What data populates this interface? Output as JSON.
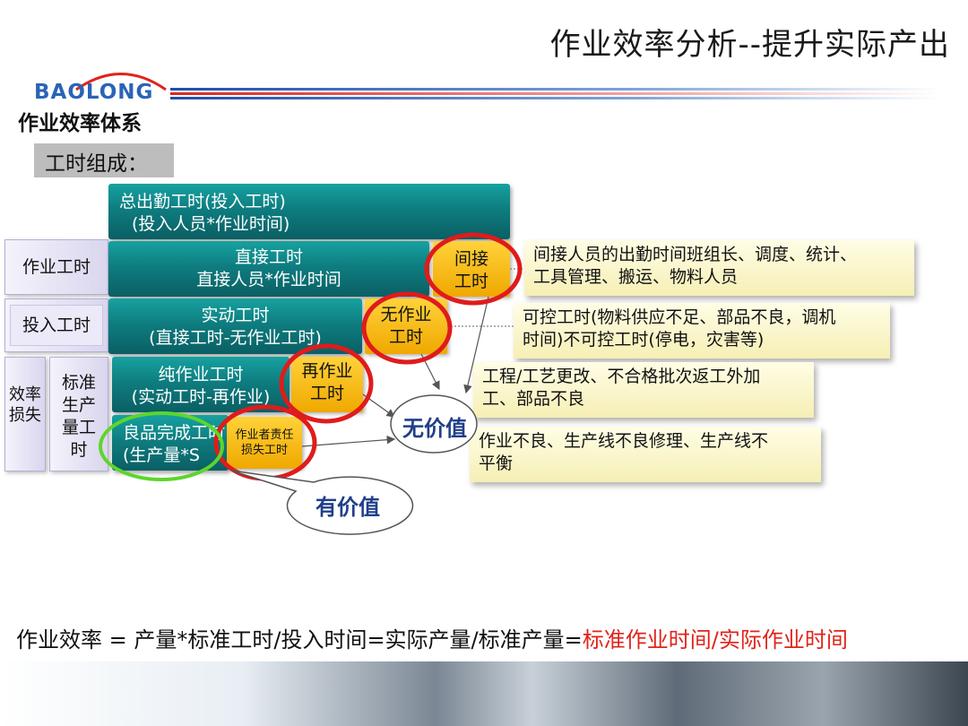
{
  "header": {
    "title": "作业效率分析--提升实际产出",
    "logo_text": "BAOLONG",
    "section_title": "作业效率体系",
    "subtitle": "工时组成："
  },
  "left_labels": {
    "work_hours": "作业工时",
    "input_hours": "投入工时",
    "efficiency_loss": "效率损失",
    "standard_output_hours": "标准生产量工时"
  },
  "blocks": {
    "total_attendance": [
      "总出勤工时(投入工时)",
      "(投入人员*作业时间)"
    ],
    "direct": [
      "直接工时",
      "直接人员*作业时间"
    ],
    "indirect": [
      "间接",
      "工时"
    ],
    "actual": [
      "实动工时",
      "(直接工时-无作业工时)"
    ],
    "no_work": [
      "无作业",
      "工时"
    ],
    "pure_work": [
      "纯作业工时",
      "(实动工时-再作业)"
    ],
    "rework": [
      "再作业",
      "工时"
    ],
    "good_product": [
      "良品完成工时",
      "(生产量*S"
    ],
    "operator_loss": [
      "作业者责任",
      "损失工时"
    ]
  },
  "notes": {
    "indirect": [
      "间接人员的出勤时间班组长、调度、统计、",
      "工具管理、搬运、物料人员"
    ],
    "no_work": [
      "可控工时(物料供应不足、部品不良，调机",
      "时间)不可控工时(停电，灾害等)"
    ],
    "rework": [
      "工程/工艺更改、不合格批次返工外加",
      "工、部品不良"
    ],
    "operator": [
      "作业不良、生产线不良修理、生产线不",
      "平衡"
    ]
  },
  "bubbles": {
    "no_value": "无价值",
    "has_value": "有价值"
  },
  "formula": {
    "prefix": "作业效率 = 产量*标准工时/投入时间=实际产量/标准产量=",
    "highlight": "标准作业时间/实际作业时间"
  },
  "colors": {
    "teal": "#0e7d80",
    "gold": "#f5b800",
    "red_ring": "#e01b1b",
    "green_ring": "#5cd62c",
    "logo_blue": "#2a64b8",
    "highlight_red": "#e0241b"
  }
}
